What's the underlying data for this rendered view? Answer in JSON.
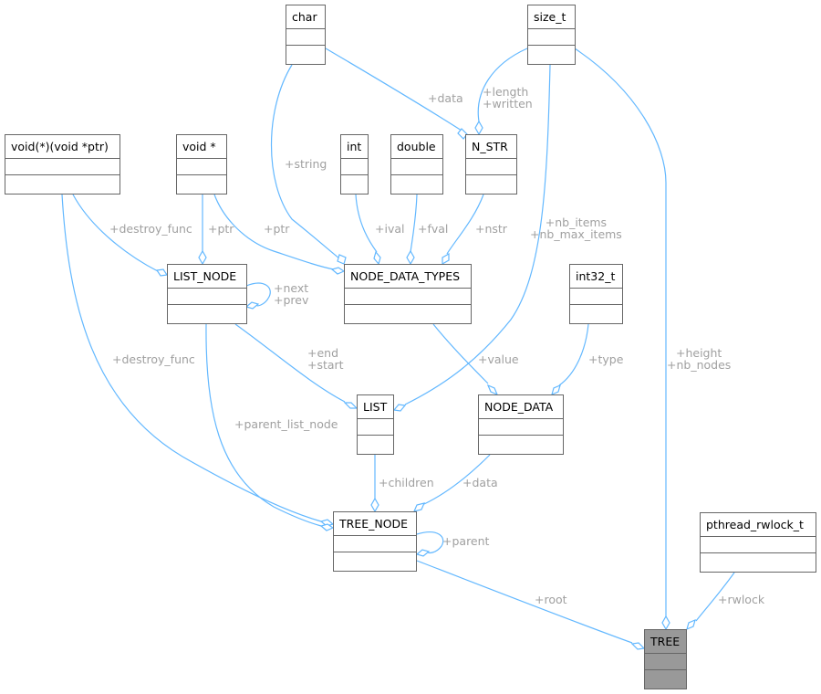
{
  "diagram": {
    "type": "collaboration-graph",
    "nodes": {
      "char": "char",
      "size_t": "size_t",
      "void_func": "void(*)(void *ptr)",
      "void_ptr": "void *",
      "int": "int",
      "double": "double",
      "n_str": "N_STR",
      "list_node": "LIST_NODE",
      "node_data_types": "NODE_DATA_TYPES",
      "int32_t": "int32_t",
      "list": "LIST",
      "node_data": "NODE_DATA",
      "tree_node": "TREE_NODE",
      "pthread_rwlock_t": "pthread_rwlock_t",
      "tree": "TREE"
    },
    "edge_labels": {
      "data": "+data",
      "length_written": "+length\n+written",
      "string": "+string",
      "destroy_func_top": "+destroy_func",
      "ptr_list_node": "+ptr",
      "ptr_ndt": "+ptr",
      "ival": "+ival",
      "fval": "+fval",
      "nstr": "+nstr",
      "nb_items": "+nb_items\n+nb_max_items",
      "next_prev": "+next\n+prev",
      "end_start": "+end\n+start",
      "destroy_func_bottom": "+destroy_func",
      "value": "+value",
      "type": "+type",
      "height_nodes": "+height\n+nb_nodes",
      "parent_list_node": "+parent_list_node",
      "children": "+children",
      "data_node": "+data",
      "parent": "+parent",
      "root": "+root",
      "rwlock": "+rwlock"
    },
    "colors": {
      "edge": "#63b8ff",
      "box_border": "#666666",
      "label": "#a0a0a0",
      "highlight": "#999999"
    }
  }
}
